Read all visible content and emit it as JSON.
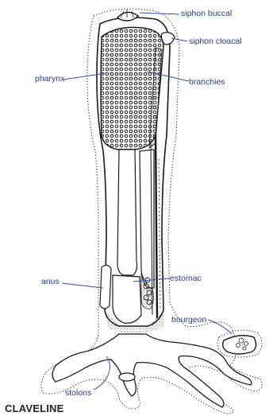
{
  "diagram": {
    "title": "CLAVELINE",
    "labels": {
      "siphon_buccal": "siphon buccal",
      "siphon_cloacal": "siphon cloacal",
      "pharynx": "pharynx",
      "branchies": "branchies",
      "anus": "anus",
      "estomac": "estomac",
      "bourgeon": "bourgeon",
      "stolons": "stolons"
    },
    "colors": {
      "label_text": "#2a3a8c",
      "leader_line": "#3a4ab8",
      "ink": "#1a1a1a",
      "title_text": "#222222"
    }
  }
}
